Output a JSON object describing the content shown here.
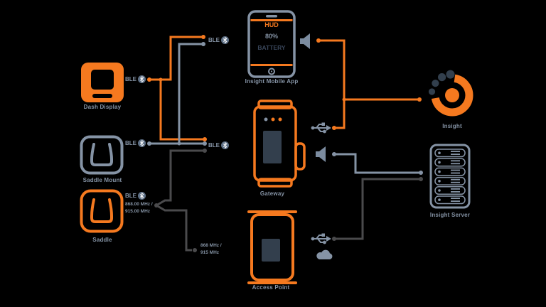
{
  "colors": {
    "accent_orange": "#F5791F",
    "device_steel": "#8593A5",
    "line_dark": "#4A4A4C",
    "screen_navy": "#333F4D",
    "background": "#000000"
  },
  "left": {
    "display": {
      "label": "Dash Display",
      "radio": "BLE"
    },
    "saddle_gray": {
      "label": "Saddle Mount",
      "radio": "BLE"
    },
    "saddle_orange": {
      "label": "Saddle",
      "radio": "BLE",
      "freq_line1": "868.00 MHz /",
      "freq_line2": "915.00 MHz"
    }
  },
  "middle": {
    "phone": {
      "label": "Insight Mobile App",
      "radio": "BLE",
      "screen_line1": "HUD",
      "screen_line2": "80%",
      "screen_line3": "BATTERY"
    },
    "gateway": {
      "label": "Gateway",
      "radio": "BLE"
    },
    "access_point": {
      "label": "Access Point",
      "freq_line1": "868 MHz /",
      "freq_line2": "915 MHz"
    }
  },
  "right": {
    "insight": {
      "label": "Insight"
    },
    "server": {
      "label": "Insight Server"
    }
  }
}
